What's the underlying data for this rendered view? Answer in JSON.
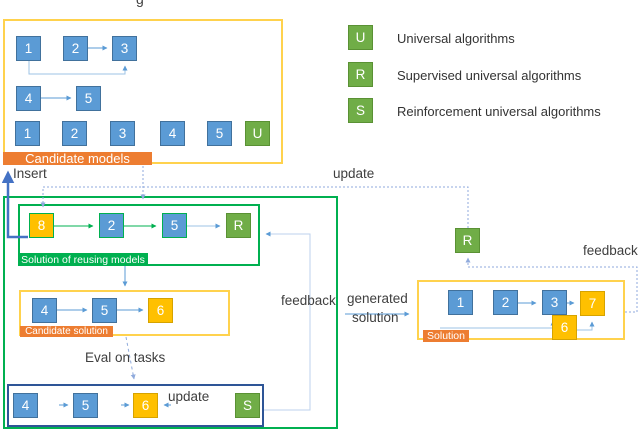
{
  "page": {
    "title_fragment": "g"
  },
  "legend": {
    "items": [
      {
        "symbol": "U",
        "label": "Universal algorithms"
      },
      {
        "symbol": "R",
        "label": "Supervised universal algorithms"
      },
      {
        "symbol": "S",
        "label": "Reinforcement universal algorithms"
      }
    ]
  },
  "candidate_models": {
    "label": "Candidate models",
    "row1": [
      "1",
      "2",
      "3"
    ],
    "row2": [
      "4",
      "5"
    ],
    "row3": [
      "1",
      "2",
      "3",
      "4",
      "5",
      "U"
    ]
  },
  "reuse_solution": {
    "label": "Solution of reusing models",
    "nodes": [
      "8",
      "2",
      "5",
      "R"
    ]
  },
  "candidate_solution": {
    "label": "Candidate solution",
    "nodes": [
      "4",
      "5",
      "6"
    ]
  },
  "eval_box": {
    "nodes": [
      "4",
      "5",
      "6"
    ],
    "update_label": "update",
    "algorithm": "S"
  },
  "solution_box": {
    "label": "Solution",
    "top_nodes": [
      "1",
      "2",
      "3",
      "7"
    ],
    "lower_node": "6"
  },
  "standalone": {
    "r_label": "R"
  },
  "annotations": {
    "insert": "Insert",
    "update": "update",
    "feedback_inner": "feedback",
    "feedback_outer": "feedback",
    "generated_line1": "generated",
    "generated_line2": "solution",
    "eval_on_tasks": "Eval on tasks"
  },
  "colors": {
    "model_blue": "#5B9BD5",
    "algorithm_green": "#70AD47",
    "highlight_gold": "#FFC000",
    "label_orange": "#ED7D31",
    "box_green": "#00B050",
    "box_gold": "#FFD24D",
    "box_navy": "#2E5597",
    "arrow_dotted_blue": "#8FAADC",
    "insert_arrow_blue": "#4472C4"
  }
}
